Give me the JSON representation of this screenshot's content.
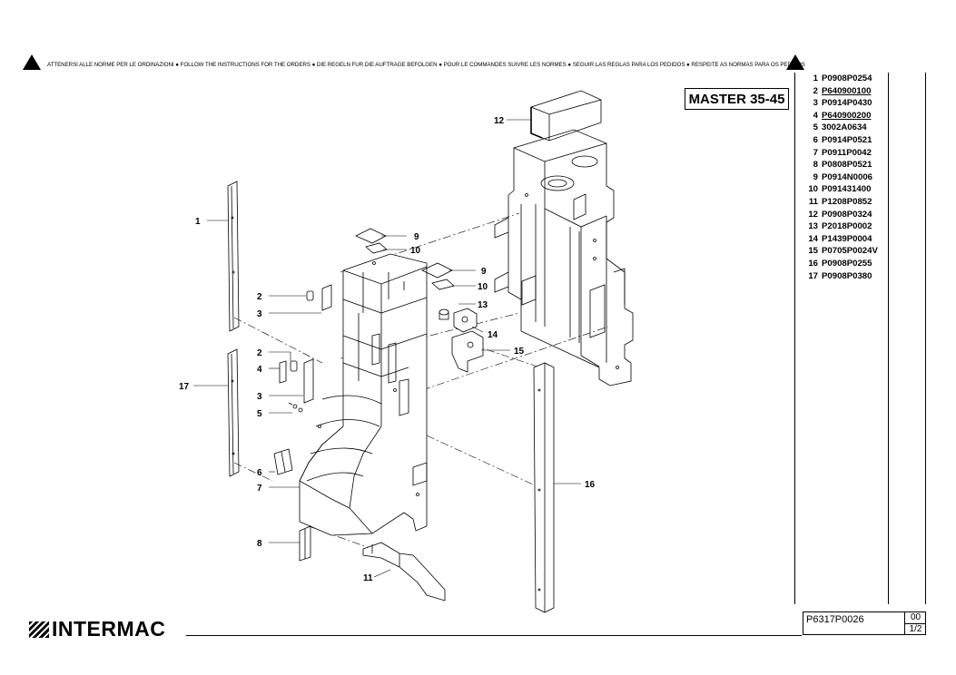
{
  "notice": "ATTENERSI ALLE NORME PER LE ORDINAZIONI ● FOLLOW THE INSTRUCTIONS FOR THE ORDERS ● DIE REGELN FUR DIE AUFTRAGE BEFOLGEN ● POUR LE COMMANDES SUIVRE LES NORMES ● SEGUIR LAS REGLAS PARA LOS PEDIDOS ● RESPEITE AS NORMAS PARA OS PEDIDOS",
  "model": "MASTER 35-45",
  "brand": "INTERMAC",
  "drawing_code": "P6317P0026",
  "revision": "00",
  "sheet": "1/2",
  "parts": [
    {
      "n": "1",
      "code": "P0908P0254",
      "underlined": false
    },
    {
      "n": "2",
      "code": "P640900100",
      "underlined": true
    },
    {
      "n": "3",
      "code": "P0914P0430",
      "underlined": false
    },
    {
      "n": "4",
      "code": "P640900200",
      "underlined": true
    },
    {
      "n": "5",
      "code": "3002A0634",
      "underlined": false
    },
    {
      "n": "6",
      "code": "P0914P0521",
      "underlined": false
    },
    {
      "n": "7",
      "code": "P0911P0042",
      "underlined": false
    },
    {
      "n": "8",
      "code": "P0808P0521",
      "underlined": false
    },
    {
      "n": "9",
      "code": "P0914N0006",
      "underlined": false
    },
    {
      "n": "10",
      "code": "P091431400",
      "underlined": false
    },
    {
      "n": "11",
      "code": "P1208P0852",
      "underlined": false
    },
    {
      "n": "12",
      "code": "P0908P0324",
      "underlined": false
    },
    {
      "n": "13",
      "code": "P2018P0002",
      "underlined": false
    },
    {
      "n": "14",
      "code": "P1439P0004",
      "underlined": false
    },
    {
      "n": "15",
      "code": "P0705P0024V",
      "underlined": false
    },
    {
      "n": "16",
      "code": "P0908P0255",
      "underlined": false
    },
    {
      "n": "17",
      "code": "P0908P0380",
      "underlined": false
    }
  ],
  "callouts": [
    "1",
    "2",
    "3",
    "2",
    "4",
    "3",
    "5",
    "6",
    "7",
    "8",
    "9",
    "10",
    "9",
    "10",
    "11",
    "12",
    "13",
    "14",
    "15",
    "16",
    "17"
  ]
}
